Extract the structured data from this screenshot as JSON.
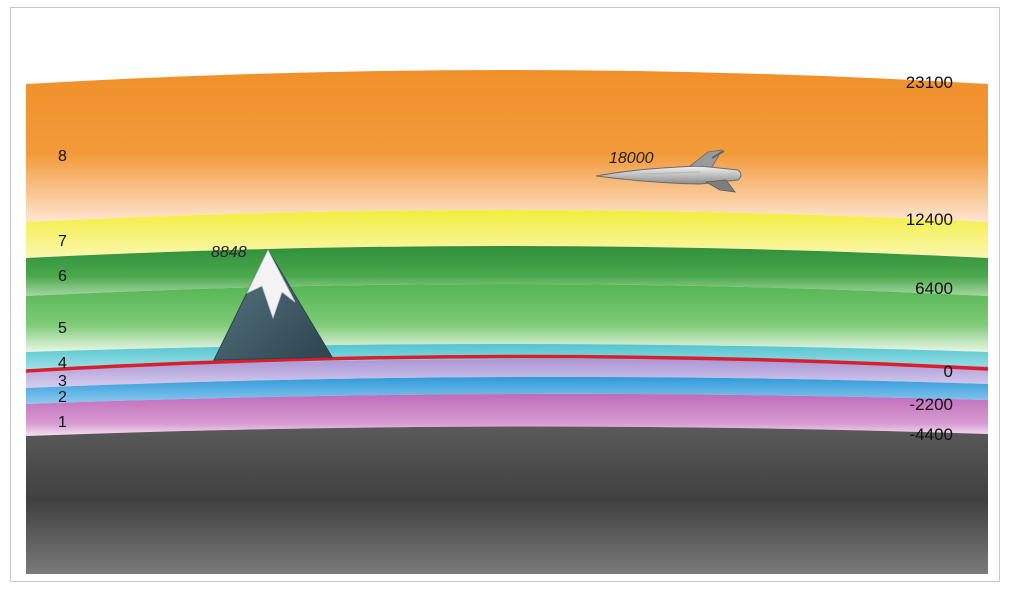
{
  "zone_numbers": [
    "8",
    "7",
    "6",
    "5",
    "4",
    "3",
    "2",
    "1"
  ],
  "altitude_labels": [
    "23100",
    "12400",
    "6400",
    "0",
    "-2200",
    "-4400"
  ],
  "mountain": {
    "label": "8848"
  },
  "aircraft": {
    "label": "18000"
  },
  "colors": {
    "zone_8": "#f0902a",
    "zone_7": "#f0ec3a",
    "zone_6": "#3fa046",
    "zone_5": "#5cbd58",
    "zone_4": "#63cdd6",
    "zone_3": "#b8a6dd",
    "zone_2": "#3aa6df",
    "zone_1": "#c679c0",
    "ground": "#4a4a4a",
    "sea_level_line": "#d8202a"
  }
}
